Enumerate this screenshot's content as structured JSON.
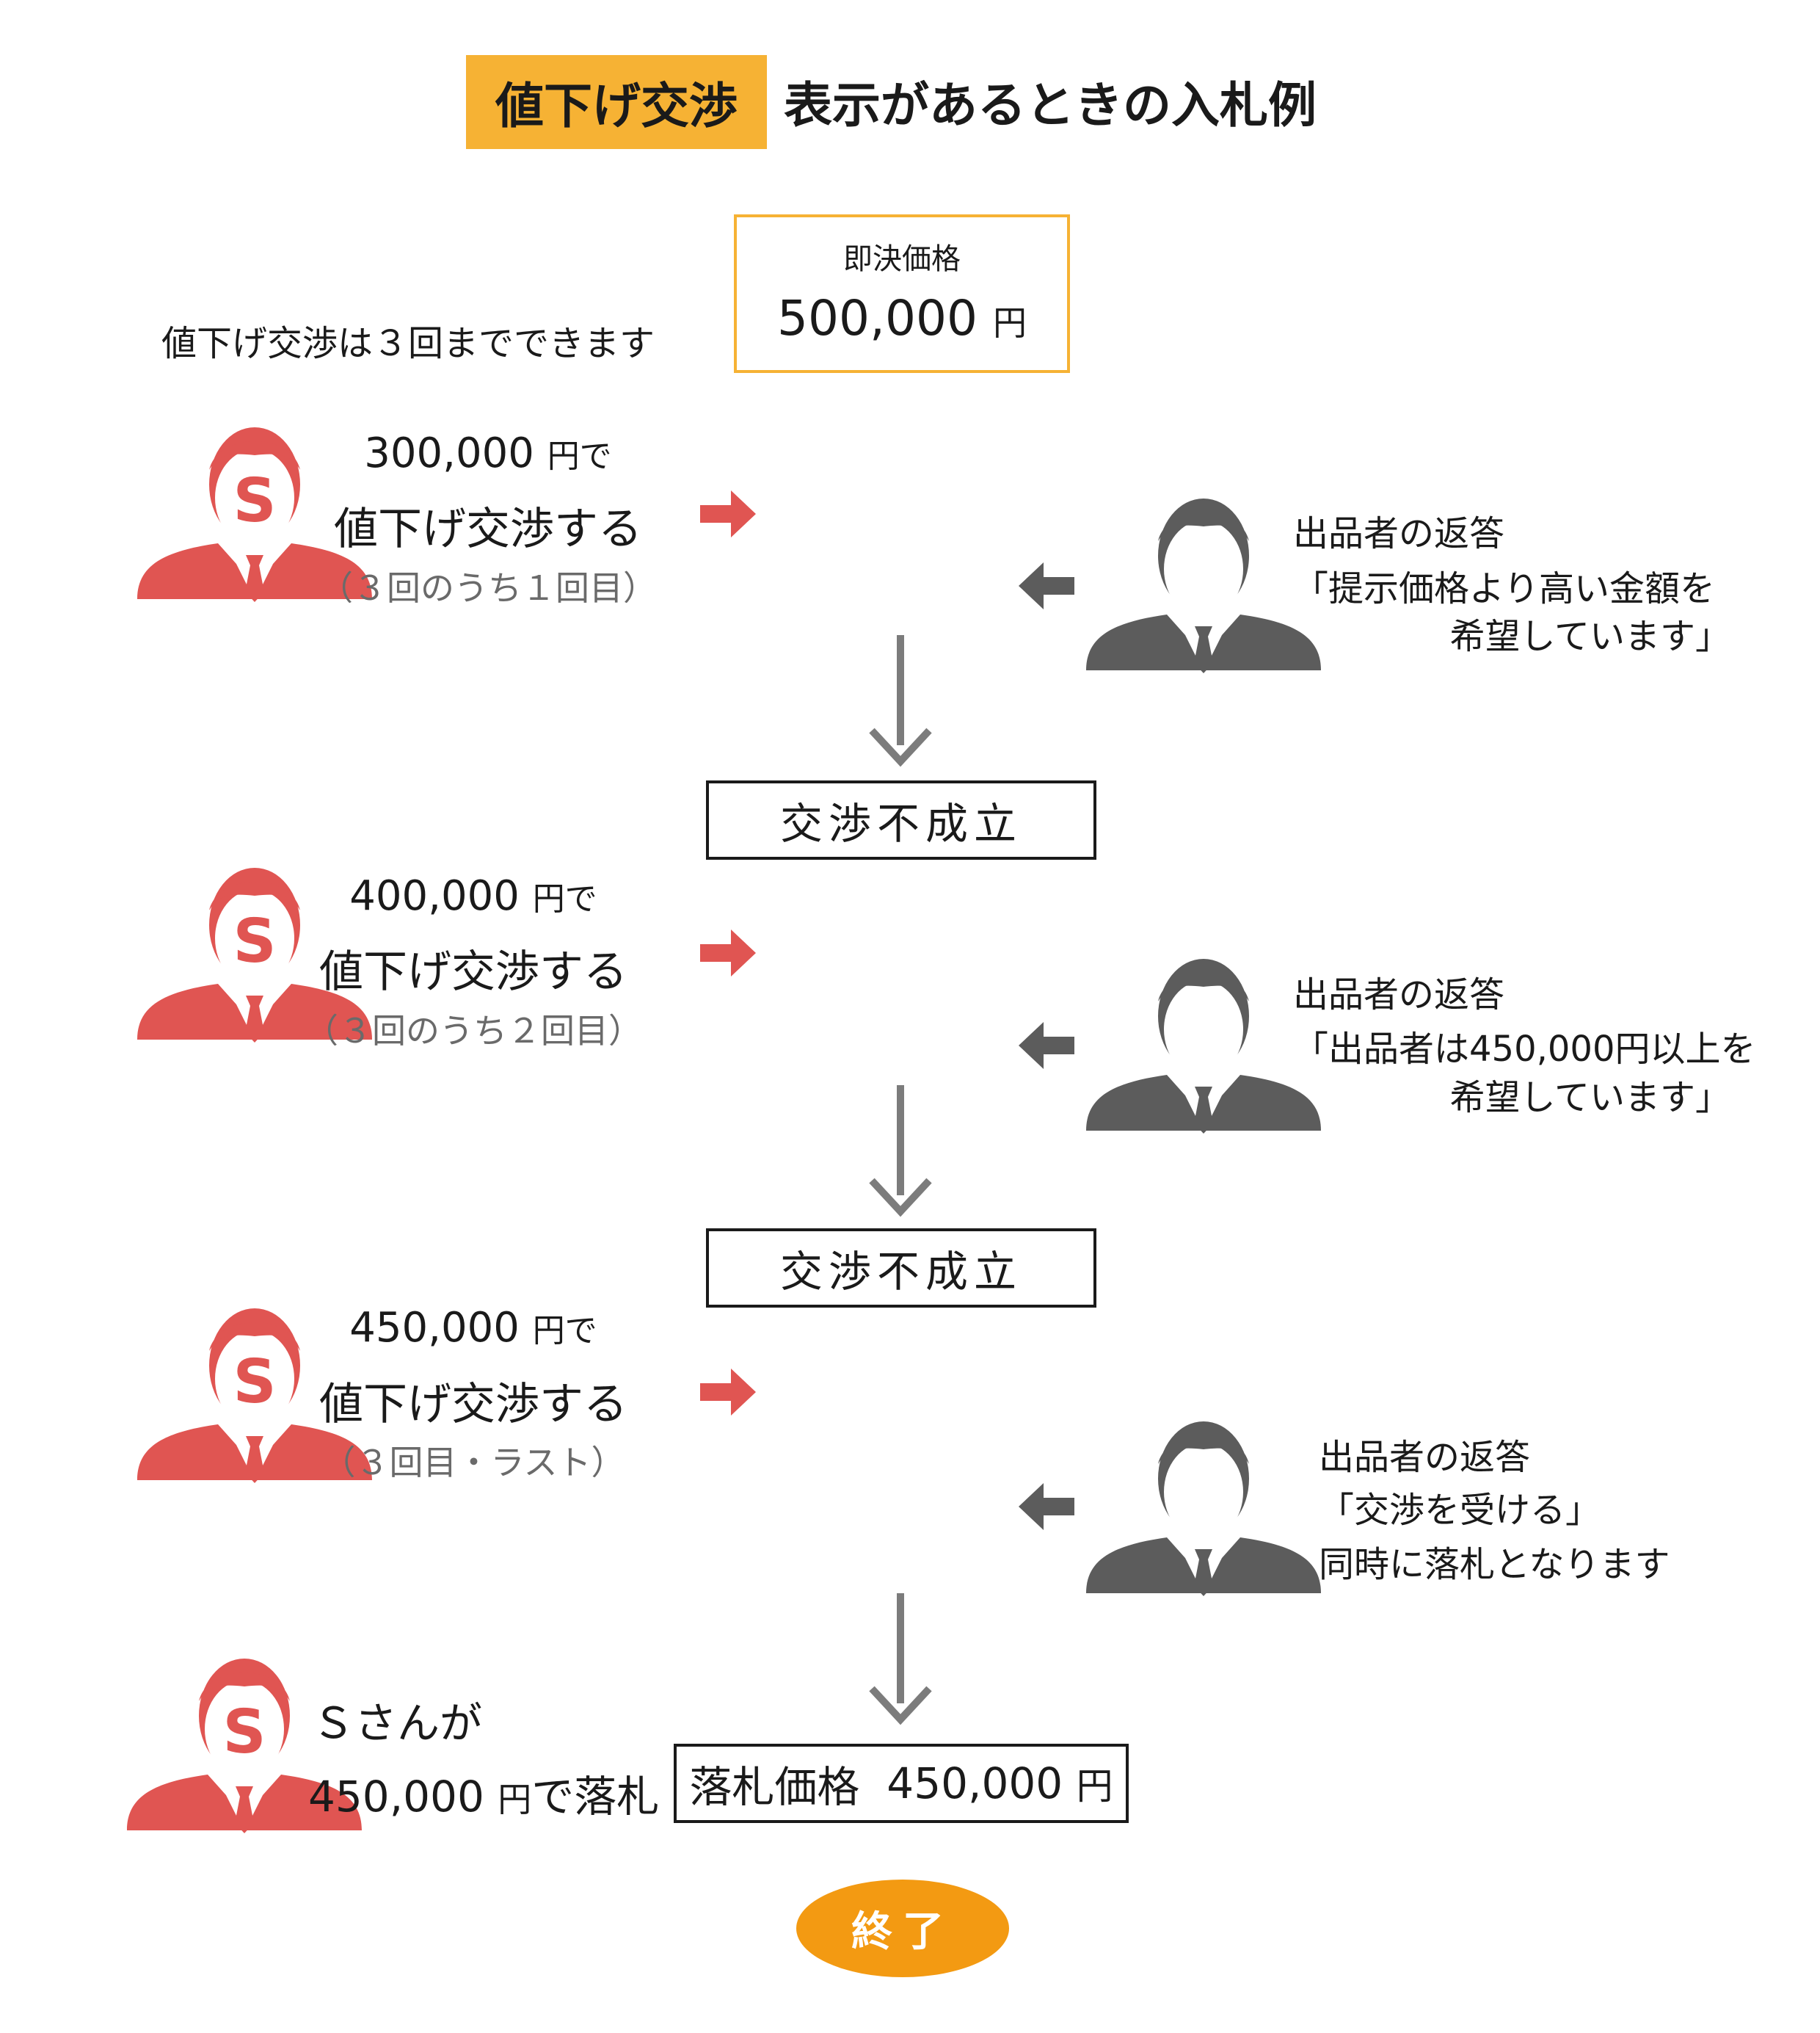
{
  "title": {
    "badge": "値下げ交渉",
    "rest": "表示があるときの入札例"
  },
  "buy_now": {
    "label": "即決価格",
    "amount": "500,000",
    "unit": "円"
  },
  "note": "値下げ交渉は３回までできます",
  "colors": {
    "buyer": "#e05552",
    "seller": "#5c5c5c",
    "accent": "#f6b234",
    "end": "#f39a12",
    "arrow": "#7c7c7c"
  },
  "icons": {
    "buyer": "buyer-person-icon",
    "seller": "seller-person-icon"
  },
  "rounds": [
    {
      "bid_amount": "300,000",
      "bid_unit": "円で",
      "bid_action": "値下げ交渉する",
      "bid_count": "（３回のうち１回目）",
      "buyer_initial": "S",
      "reply_title": "出品者の返答",
      "reply_line1": "「提示価格より高い金額を",
      "reply_line2": "希望しています」",
      "result": "交渉不成立"
    },
    {
      "bid_amount": "400,000",
      "bid_unit": "円で",
      "bid_action": "値下げ交渉する",
      "bid_count": "（３回のうち２回目）",
      "buyer_initial": "S",
      "reply_title": "出品者の返答",
      "reply_line1": "「出品者は450,000円以上を",
      "reply_line2": "希望しています」",
      "result": "交渉不成立"
    },
    {
      "bid_amount": "450,000",
      "bid_unit": "円で",
      "bid_action": "値下げ交渉する",
      "bid_count": "（３回目・ラスト）",
      "buyer_initial": "S",
      "reply_title": "出品者の返答",
      "reply_line1": "「交渉を受ける」",
      "reply_line2": "同時に落札となります"
    }
  ],
  "final": {
    "buyer_initial": "S",
    "line1": "Ｓさんが",
    "amount": "450,000",
    "unit": "円",
    "suffix": "で落札",
    "win_label": "落札価格",
    "win_amount": "450,000",
    "win_unit": "円"
  },
  "end": "終了"
}
